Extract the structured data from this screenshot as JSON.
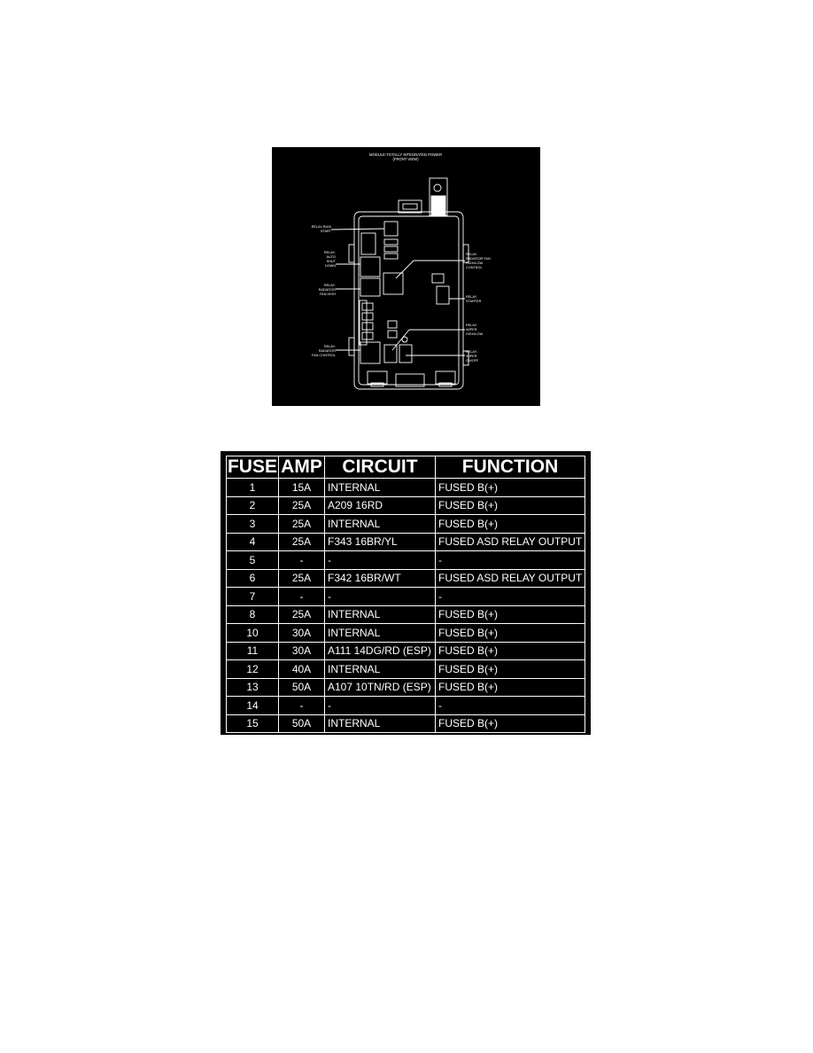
{
  "diagram": {
    "title_line1": "MODULE-TOTALLY INTEGRATED POWER",
    "title_line2": "(FRONT VIEW)",
    "left_labels": [
      [
        "RELAY-RUN/",
        "START"
      ],
      [
        "RELAY-",
        "AUTO",
        "SHUT",
        "DOWN"
      ],
      [
        "RELAY-",
        "RADIATOR",
        "FAN HIGH"
      ],
      [
        "RELAY-",
        "RADIATOR",
        "FAN CONTROL"
      ]
    ],
    "right_labels": [
      [
        "RELAY-",
        "RADIATOR FAN",
        "HIGH/LOW",
        "CONTROL"
      ],
      [
        "RELAY-",
        "STARTER"
      ],
      [
        "RELAY-",
        "WIPER",
        "HIGH/LOW"
      ],
      [
        "RELAY-",
        "WIPER",
        "ON/OFF"
      ]
    ]
  },
  "fuse_table": {
    "headers": [
      "FUSE",
      "AMP",
      "CIRCUIT",
      "FUNCTION"
    ],
    "rows": [
      [
        "1",
        "15A",
        "INTERNAL",
        "FUSED B(+)"
      ],
      [
        "2",
        "25A",
        "A209 16RD",
        "FUSED B(+)"
      ],
      [
        "3",
        "25A",
        "INTERNAL",
        "FUSED B(+)"
      ],
      [
        "4",
        "25A",
        "F343 16BR/YL",
        "FUSED ASD RELAY OUTPUT"
      ],
      [
        "5",
        "-",
        "-",
        "-"
      ],
      [
        "6",
        "25A",
        "F342 16BR/WT",
        "FUSED ASD RELAY OUTPUT"
      ],
      [
        "7",
        "-",
        "-",
        "-"
      ],
      [
        "8",
        "25A",
        "INTERNAL",
        "FUSED B(+)"
      ],
      [
        "10",
        "30A",
        "INTERNAL",
        "FUSED B(+)"
      ],
      [
        "11",
        "30A",
        "A111 14DG/RD (ESP)",
        "FUSED B(+)"
      ],
      [
        "12",
        "40A",
        "INTERNAL",
        "FUSED B(+)"
      ],
      [
        "13",
        "50A",
        "A107 10TN/RD (ESP)",
        "FUSED B(+)"
      ],
      [
        "14",
        "-",
        "-",
        "-"
      ],
      [
        "15",
        "50A",
        "INTERNAL",
        "FUSED B(+)"
      ]
    ]
  }
}
